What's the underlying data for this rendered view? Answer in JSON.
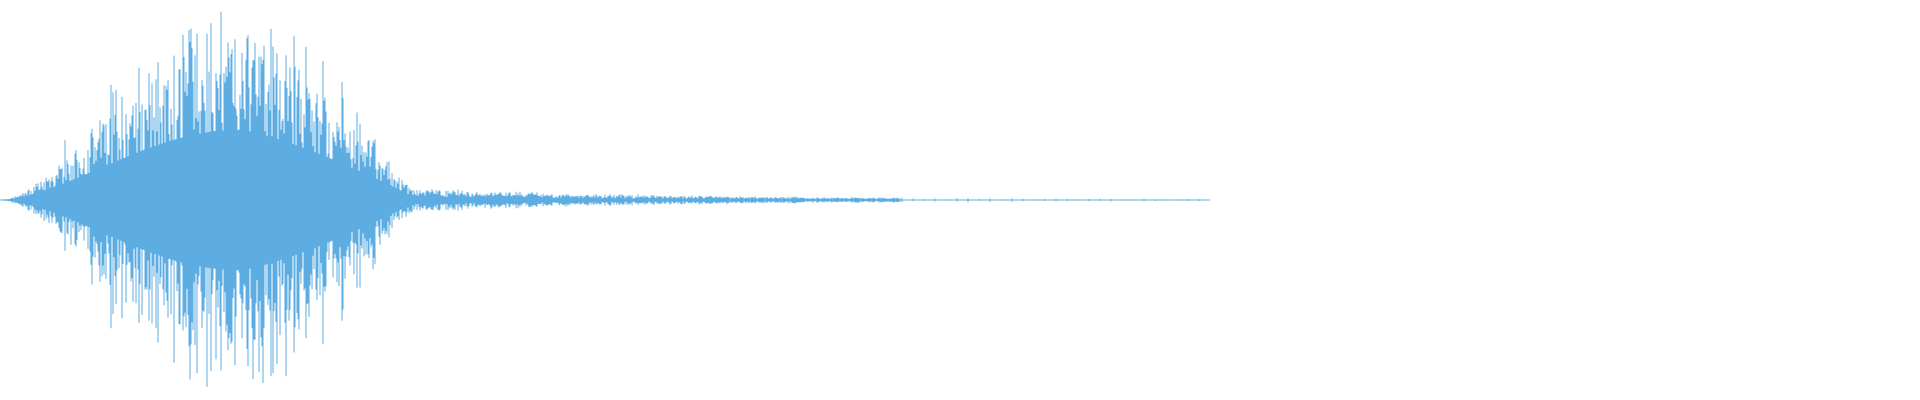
{
  "waveform": {
    "color": "#5DADE2",
    "background": "#FFFFFF",
    "duration_fraction_with_signal": 0.63,
    "envelope_description": "single burst",
    "peak_amplitude": 0.82
  }
}
